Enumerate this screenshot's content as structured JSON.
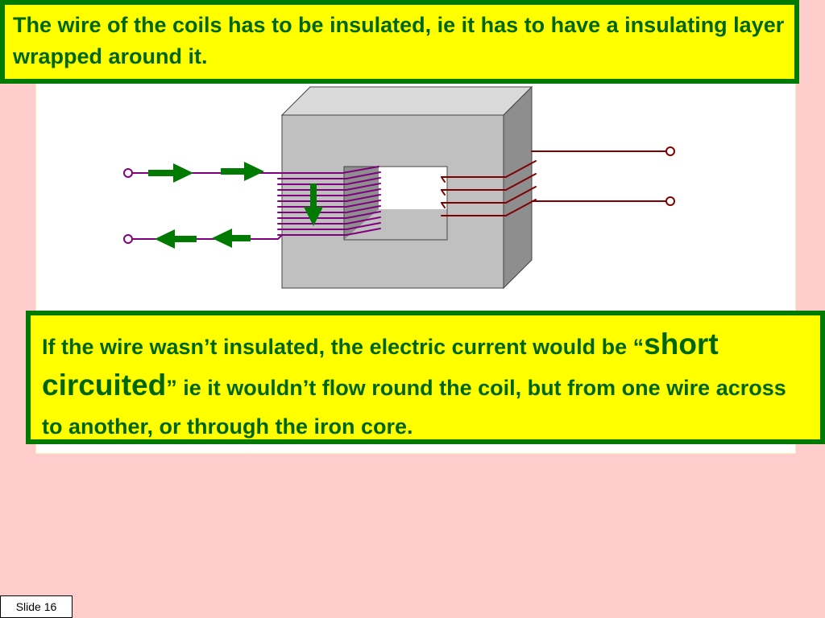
{
  "top_callout": {
    "text": "The wire of the coils has to be insulated, ie it has to have a insulating layer wrapped around it."
  },
  "bottom_callout": {
    "before": "If the wire wasn’t insulated, the electric current would be “",
    "emphasis": "short circuited",
    "after": "” ie it wouldn’t flow round the coil, but from one wire across to another, or through the iron core."
  },
  "slide_label": "Slide 16",
  "colors": {
    "background": "#ffcccc",
    "callout_fill": "#ffff00",
    "callout_border": "#007a00",
    "callout_text": "#006600",
    "core_front": "#c0c0c0",
    "primary_coil": "#800080",
    "secondary_coil": "#800000",
    "arrow": "#007a00"
  },
  "icons": [
    "arrow-right-icon",
    "arrow-left-icon",
    "arrow-down-icon"
  ]
}
